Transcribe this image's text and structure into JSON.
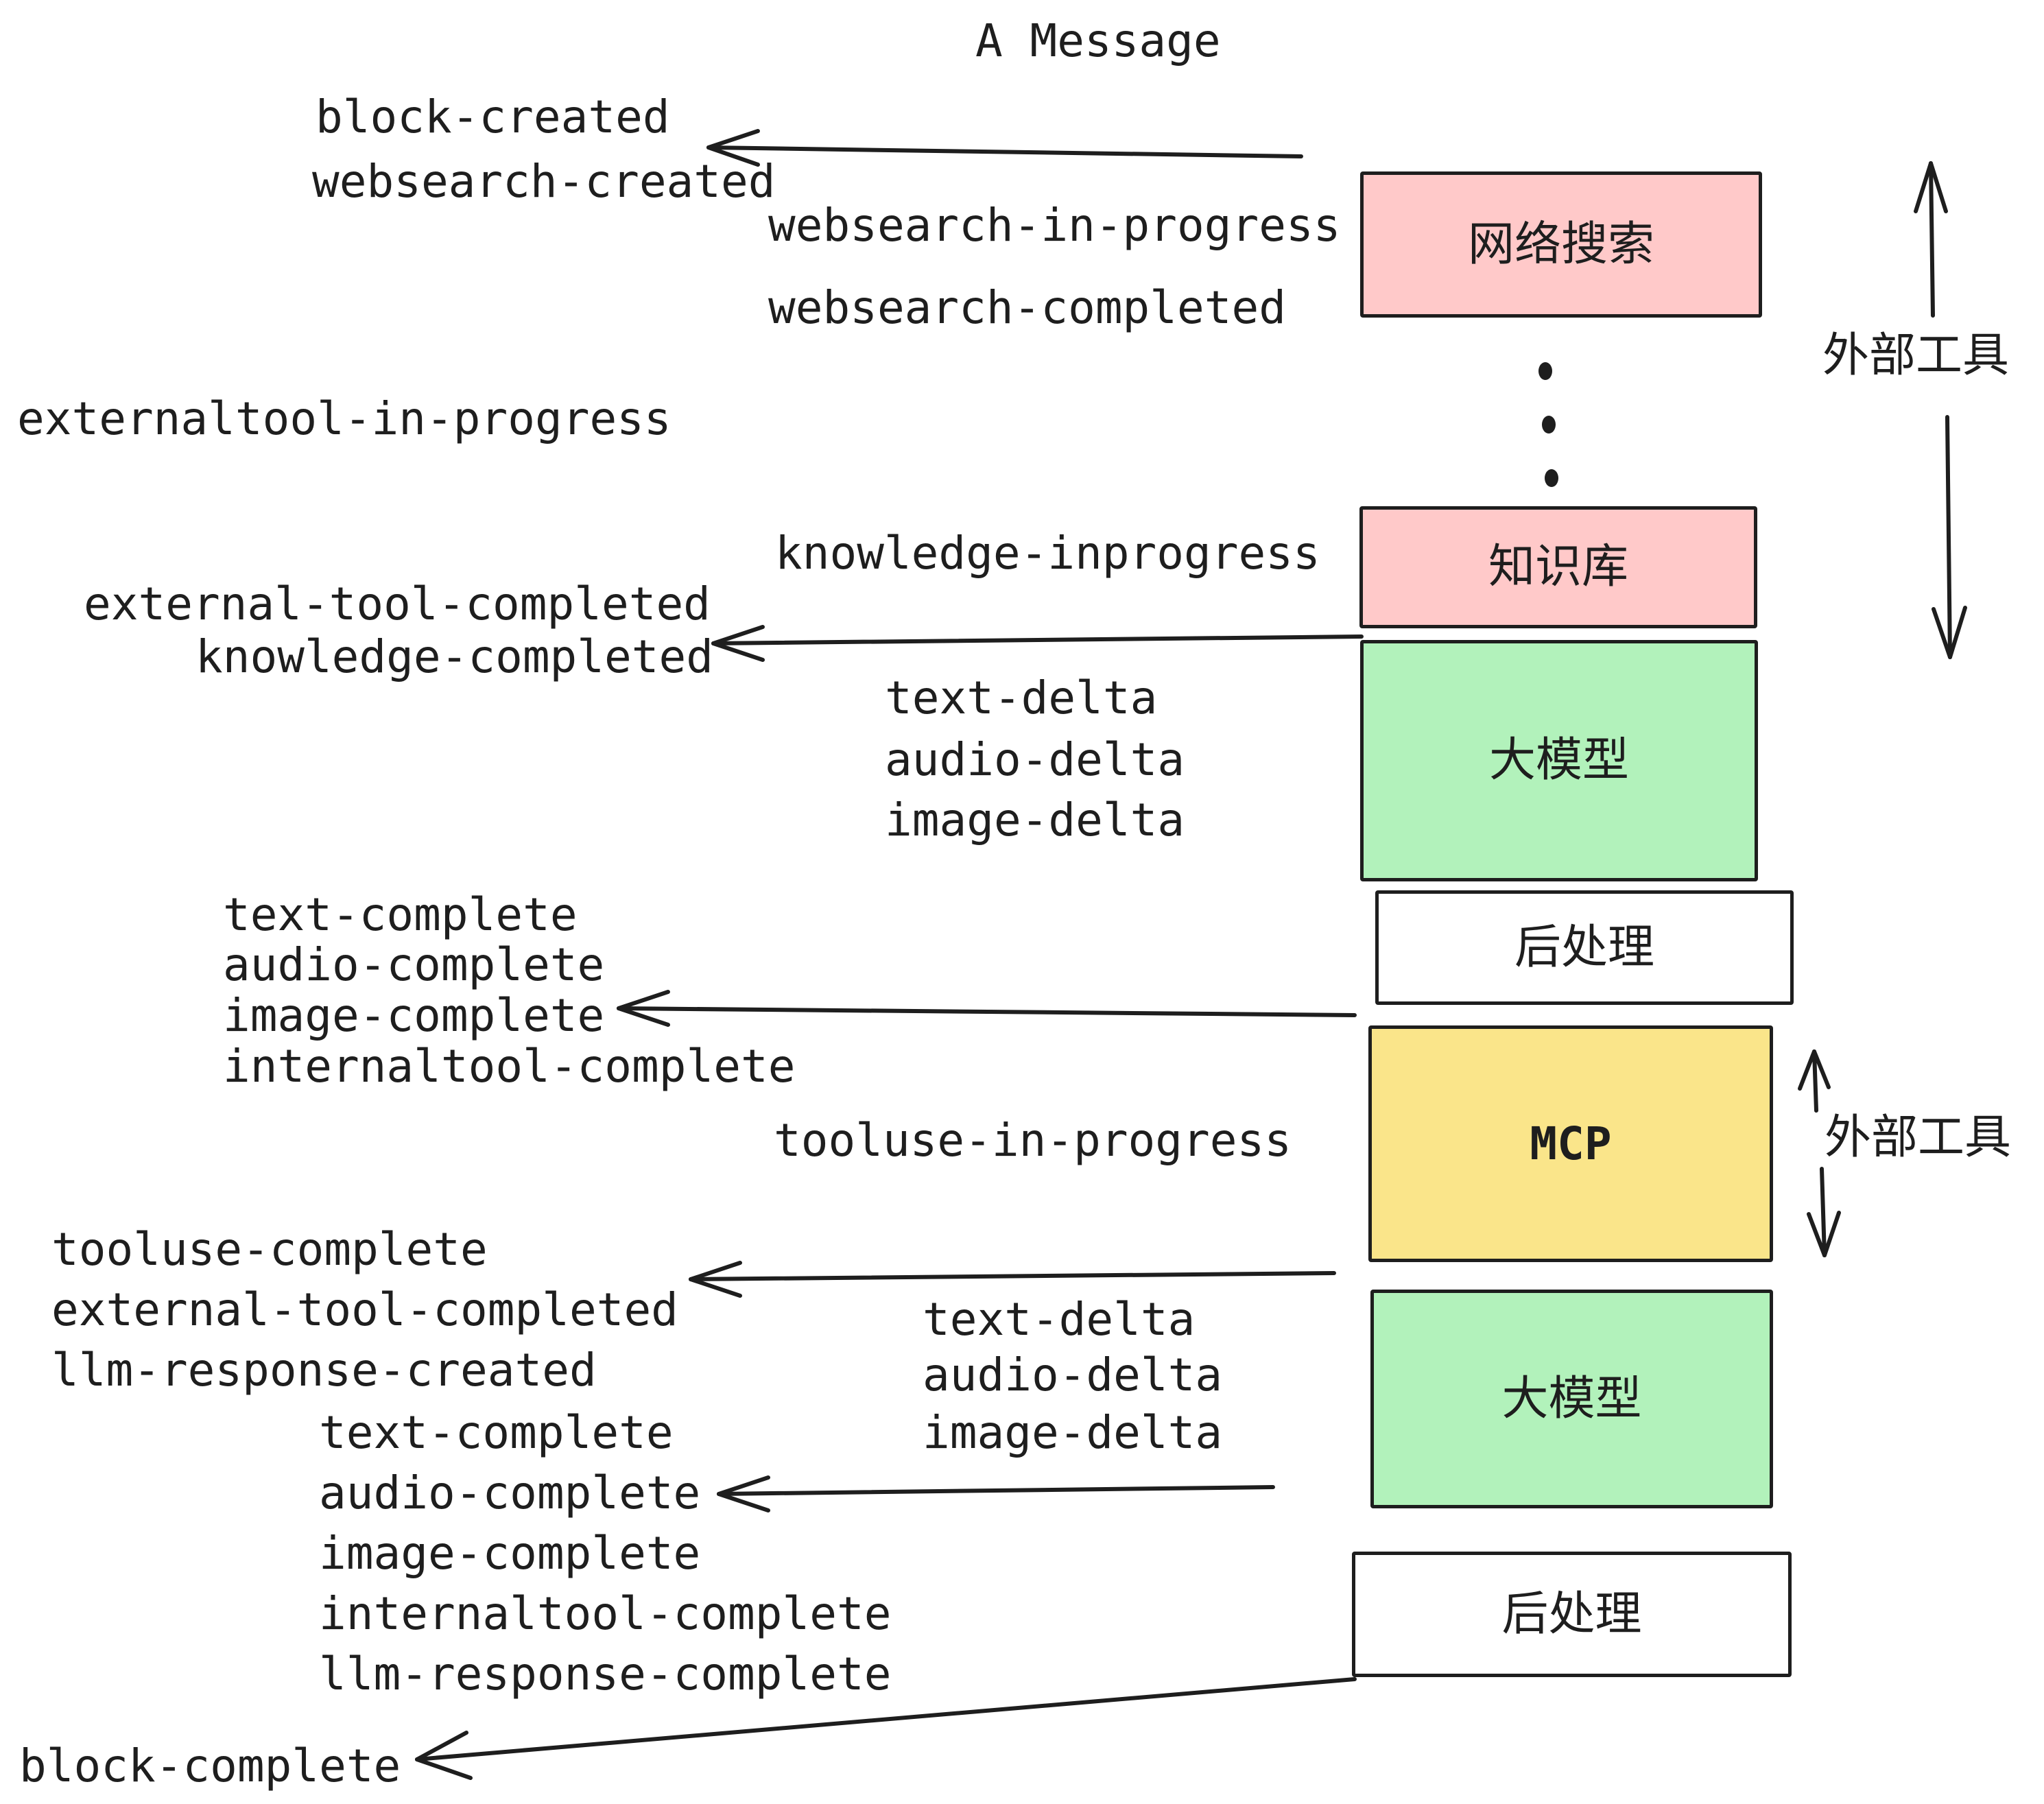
{
  "title": "A Message",
  "colors": {
    "ink": "#1e1e1e",
    "pink": "#ffc9c9",
    "green": "#b2f2bb",
    "yellow": "#fae58a",
    "paper": "#ffffff"
  },
  "nodes": {
    "websearch": "网络搜索",
    "knowledge": "知识库",
    "llm": "大模型",
    "post": "后处理",
    "mcp": "MCP"
  },
  "side_labels": {
    "external_tools": "外部工具"
  },
  "events": {
    "block_created": "block-created",
    "websearch_created": "websearch-created",
    "websearch_in_progress": "websearch-in-progress",
    "websearch_completed": "websearch-completed",
    "externaltool_in_progress": "externaltool-in-progress",
    "knowledge_inprogress": "knowledge-inprogress",
    "external_tool_completed": "external-tool-completed",
    "knowledge_completed": "knowledge-completed",
    "text_delta": "text-delta",
    "audio_delta": "audio-delta",
    "image_delta": "image-delta",
    "text_complete": "text-complete",
    "audio_complete": "audio-complete",
    "image_complete": "image-complete",
    "internaltool_complete": "internaltool-complete",
    "tooluse_in_progress": "tooluse-in-progress",
    "tooluse_complete": "tooluse-complete",
    "llm_response_created": "llm-response-created",
    "llm_response_complete": "llm-response-complete",
    "block_complete": "block-complete"
  }
}
